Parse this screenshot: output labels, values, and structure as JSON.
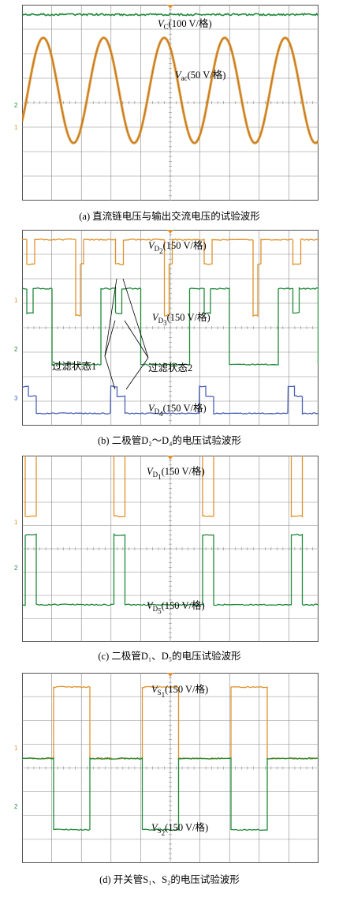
{
  "colors": {
    "orange": "#e0922b",
    "green": "#1f8a3a",
    "blue": "#4a62b8",
    "grid": "#8a8a8a"
  },
  "chart_data": [
    {
      "type": "line",
      "caption": "(a) 直流链电压与输出交流电压的试验波形",
      "grid": true,
      "series": [
        {
          "name": "V_C",
          "label_main": "V",
          "label_sub": "C",
          "label_unit": "(100 V/格)",
          "channel_marker": "",
          "color": "green",
          "kind": "dc",
          "level": 7.6
        },
        {
          "name": "V_ac",
          "label_main": "V",
          "label_sub": "ac",
          "label_unit": "(50 V/格)",
          "channel_marker": "1",
          "color": "orange",
          "kind": "sine",
          "offset": 4.5,
          "amplitude": 2.15,
          "cycles": 4.9,
          "phase_div": 0.1
        }
      ],
      "extra_markers": [
        "2"
      ]
    },
    {
      "type": "line",
      "caption": "(b) 二极管D₂～D₄的电压试验波形",
      "grid": true,
      "series": [
        {
          "name": "V_D2",
          "label_main": "V",
          "label_sub": "D",
          "label_sub2": "2",
          "label_unit": "(150 V/格)",
          "channel_marker": "1",
          "color": "orange",
          "high": 7.6,
          "low": 4.5,
          "mid": 6.6
        },
        {
          "name": "V_D3",
          "label_main": "V",
          "label_sub": "D",
          "label_sub2": "3",
          "label_unit": "(150 V/格)",
          "channel_marker": "2",
          "color": "green",
          "high": 5.6,
          "low": 2.5,
          "mid": 4.6
        },
        {
          "name": "V_D4",
          "label_main": "V",
          "label_sub": "D",
          "label_sub2": "4",
          "label_unit": "(150 V/格)",
          "channel_marker": "3",
          "color": "blue",
          "high": 1.6,
          "low": 0.5,
          "mid": 1.2
        }
      ],
      "annotations": [
        "过滤状态1",
        "过滤状态2"
      ]
    },
    {
      "type": "line",
      "caption": "(c) 二极管D₁、D₅的电压试验波形",
      "grid": true,
      "series": [
        {
          "name": "V_D1",
          "label_main": "V",
          "label_sub": "D",
          "label_sub2": "1",
          "label_unit": "(150 V/格)",
          "channel_marker": "1",
          "color": "orange",
          "high": 8.4,
          "low": 5.4
        },
        {
          "name": "V_D5",
          "label_main": "V",
          "label_sub": "D",
          "label_sub2": "5",
          "label_unit": "(150 V/格)",
          "channel_marker": "2",
          "color": "green",
          "high": 4.6,
          "low": 1.6
        }
      ]
    },
    {
      "type": "line",
      "caption": "(d) 开关管S₁、S₂的电压试验波形",
      "grid": true,
      "series": [
        {
          "name": "V_S1",
          "label_main": "V",
          "label_sub": "S",
          "label_sub2": "1",
          "label_unit": "(150 V/格)",
          "channel_marker": "1",
          "color": "orange",
          "high": 7.4,
          "low": 4.4
        },
        {
          "name": "V_S2",
          "label_main": "V",
          "label_sub": "S",
          "label_sub2": "2",
          "label_unit": "(150 V/格)",
          "channel_marker": "2",
          "color": "green",
          "high": 4.4,
          "low": 1.4
        }
      ]
    }
  ]
}
